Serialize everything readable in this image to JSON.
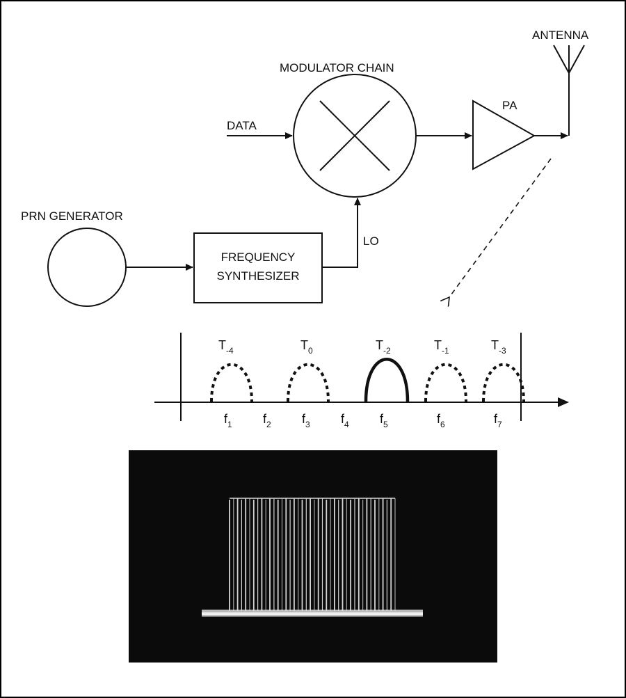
{
  "labels": {
    "antenna": "ANTENNA",
    "modulator_chain": "MODULATOR CHAIN",
    "data": "DATA",
    "pa": "PA",
    "prn_generator": "PRN GENERATOR",
    "lo": "LO",
    "synth_line1": "FREQUENCY",
    "synth_line2": "SYNTHESIZER"
  },
  "spectrum": {
    "slots": [
      {
        "t_main": "T",
        "t_sub": "-4",
        "style": "dashed"
      },
      {
        "t_main": "T",
        "t_sub": "0",
        "style": "dashed"
      },
      {
        "t_main": "T",
        "t_sub": "-2",
        "style": "solid"
      },
      {
        "t_main": "T",
        "t_sub": "-1",
        "style": "dashed"
      },
      {
        "t_main": "T",
        "t_sub": "-3",
        "style": "dashed"
      }
    ],
    "freqs": [
      {
        "main": "f",
        "sub": "1"
      },
      {
        "main": "f",
        "sub": "2"
      },
      {
        "main": "f",
        "sub": "3"
      },
      {
        "main": "f",
        "sub": "4"
      },
      {
        "main": "f",
        "sub": "5"
      },
      {
        "main": "f",
        "sub": "6"
      },
      {
        "main": "f",
        "sub": "7"
      }
    ]
  },
  "photo": {
    "description_icon": "spectrum-analyzer-photo",
    "background": "#0b0b0b",
    "trace_color": "#e8e8e8"
  }
}
